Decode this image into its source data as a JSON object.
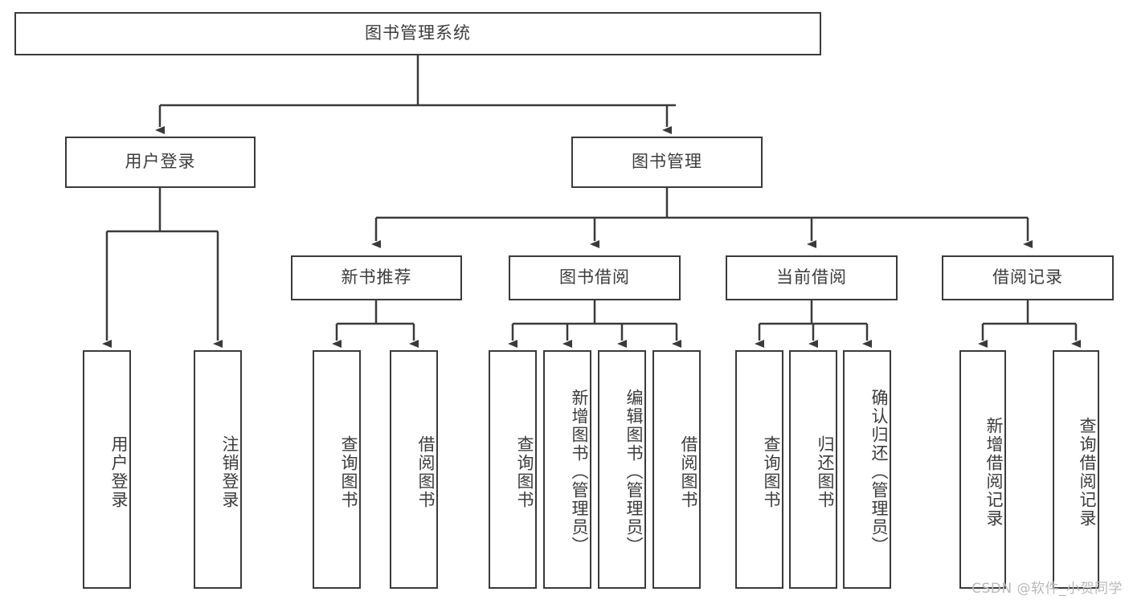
{
  "diagram": {
    "type": "tree-flowchart",
    "title": "图书管理系统",
    "levels": 4,
    "root": {
      "label": "图书管理系统"
    },
    "level2": [
      {
        "label": "用户登录"
      },
      {
        "label": "图书管理"
      }
    ],
    "level3": [
      {
        "label": "新书推荐"
      },
      {
        "label": "图书借阅"
      },
      {
        "label": "当前借阅"
      },
      {
        "label": "借阅记录"
      }
    ],
    "leaves": {
      "user_login": [
        {
          "label": "用户登录"
        },
        {
          "label": "注销登录"
        }
      ],
      "new_book": [
        {
          "label": "查询图书"
        },
        {
          "label": "借阅图书"
        }
      ],
      "book_borrow": [
        {
          "label": "查询图书"
        },
        {
          "label": "新增图书（管理员）"
        },
        {
          "label": "编辑图书（管理员）"
        },
        {
          "label": "借阅图书"
        }
      ],
      "current_borrow": [
        {
          "label": "查询图书"
        },
        {
          "label": "归还图书"
        },
        {
          "label": "确认归还（管理员）"
        }
      ],
      "borrow_record": [
        {
          "label": "新增借阅记录"
        },
        {
          "label": "查询借阅记录"
        }
      ]
    }
  },
  "watermark": {
    "text": "CSDN @软件_小贺同学"
  },
  "colors": {
    "border": "#3a3a3a",
    "text": "#3c3c3c",
    "background": "#ffffff",
    "watermark": "#b9b9b9"
  }
}
